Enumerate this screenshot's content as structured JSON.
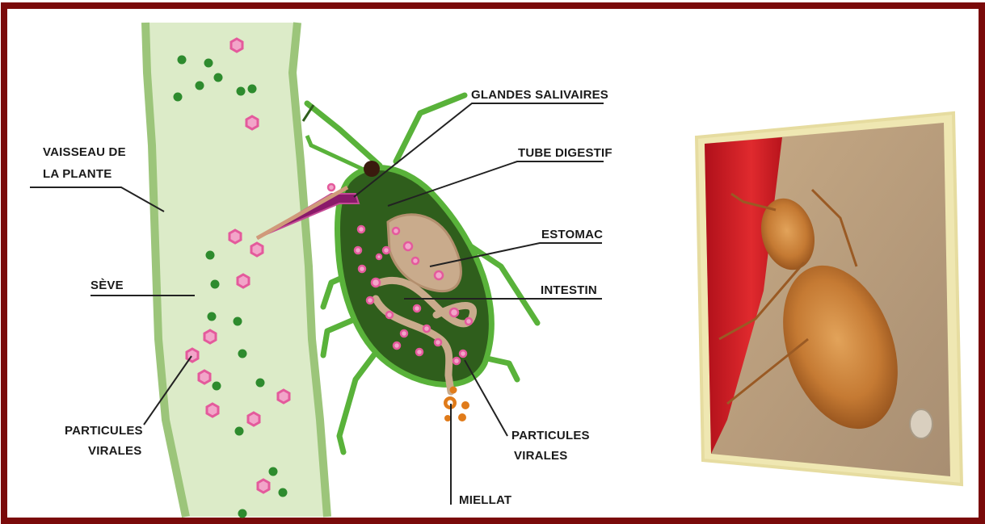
{
  "diagram": {
    "labels": {
      "plant_vessel_line1": "VAISSEAU DE",
      "plant_vessel_line2": "LA PLANTE",
      "sap": "SÈVE",
      "viral_particles_left_line1": "PARTICULES",
      "viral_particles_left_line2": "VIRALES",
      "salivary_glands": "GLANDES SALIVAIRES",
      "digestive_tube": "TUBE DIGESTIF",
      "stomach": "ESTOMAC",
      "intestine": "INTESTIN",
      "viral_particles_right_line1": "PARTICULES",
      "viral_particles_right_line2": "VIRALES",
      "honeydew": "MIELLAT"
    }
  },
  "colors": {
    "frame_border": "#7a0a0a",
    "vessel_fill": "#dcebc8",
    "vessel_edge": "#9cc57a",
    "aphid_body": "#2f5e1c",
    "aphid_outline": "#59b23a",
    "gut": "#c9ab8c",
    "viral_particle": "#e45a9c",
    "sap_dot": "#2e8b2e",
    "honeydew": "#e07b1a",
    "stylet": "#8a1a6a"
  }
}
